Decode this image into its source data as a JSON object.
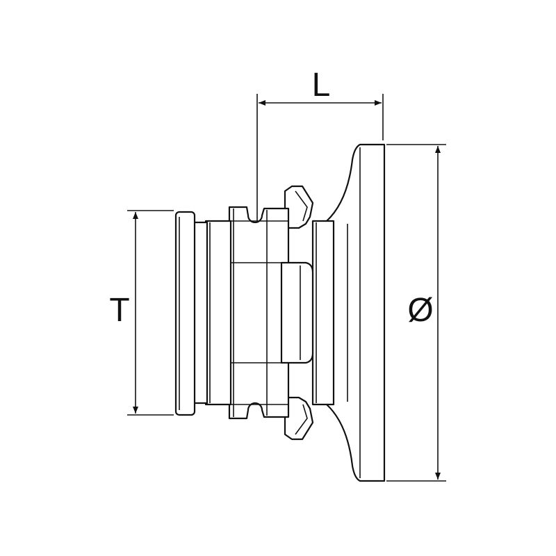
{
  "diagram": {
    "labels": {
      "length": "L",
      "thread": "T",
      "diameter": "Ø"
    },
    "colors": {
      "line": "#111111",
      "background": "#ffffff"
    }
  }
}
